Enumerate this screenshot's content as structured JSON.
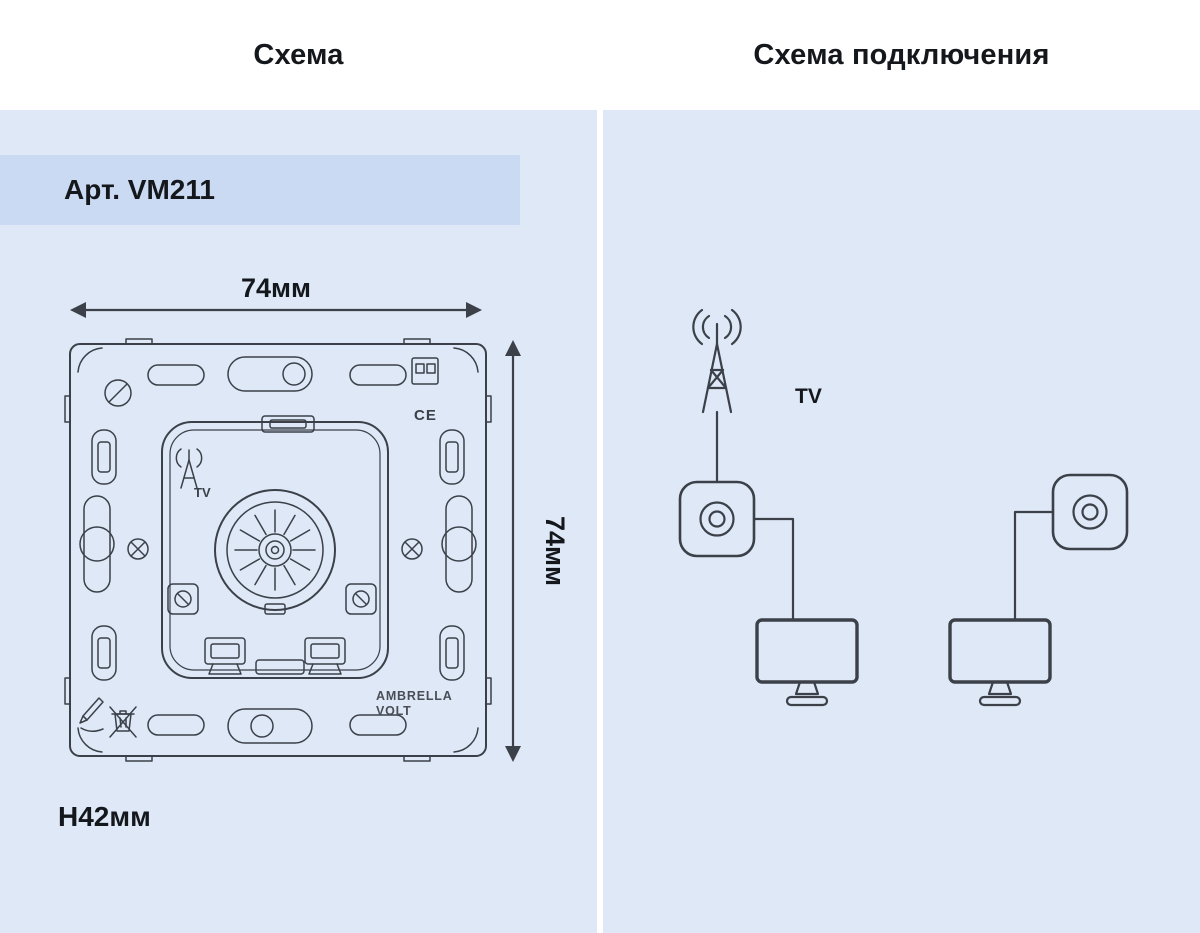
{
  "titles": {
    "left": "Схема",
    "right": "Схема подключения"
  },
  "left_panel": {
    "article": "Арт. VM211",
    "width_label": "74мм",
    "height_label": "74мм",
    "depth_label": "Н42мм",
    "plate": {
      "tv_icon_label": "TV",
      "ce_mark": "CE",
      "brand_line1": "AMBRELLA",
      "brand_line2": "VOLT"
    }
  },
  "right_panel": {
    "antenna_label": "TV"
  },
  "colors": {
    "panel_bg": "#dee8f6",
    "band_bg": "#cadaf2",
    "line_color": "#3b4049",
    "text_color": "#14171b"
  }
}
